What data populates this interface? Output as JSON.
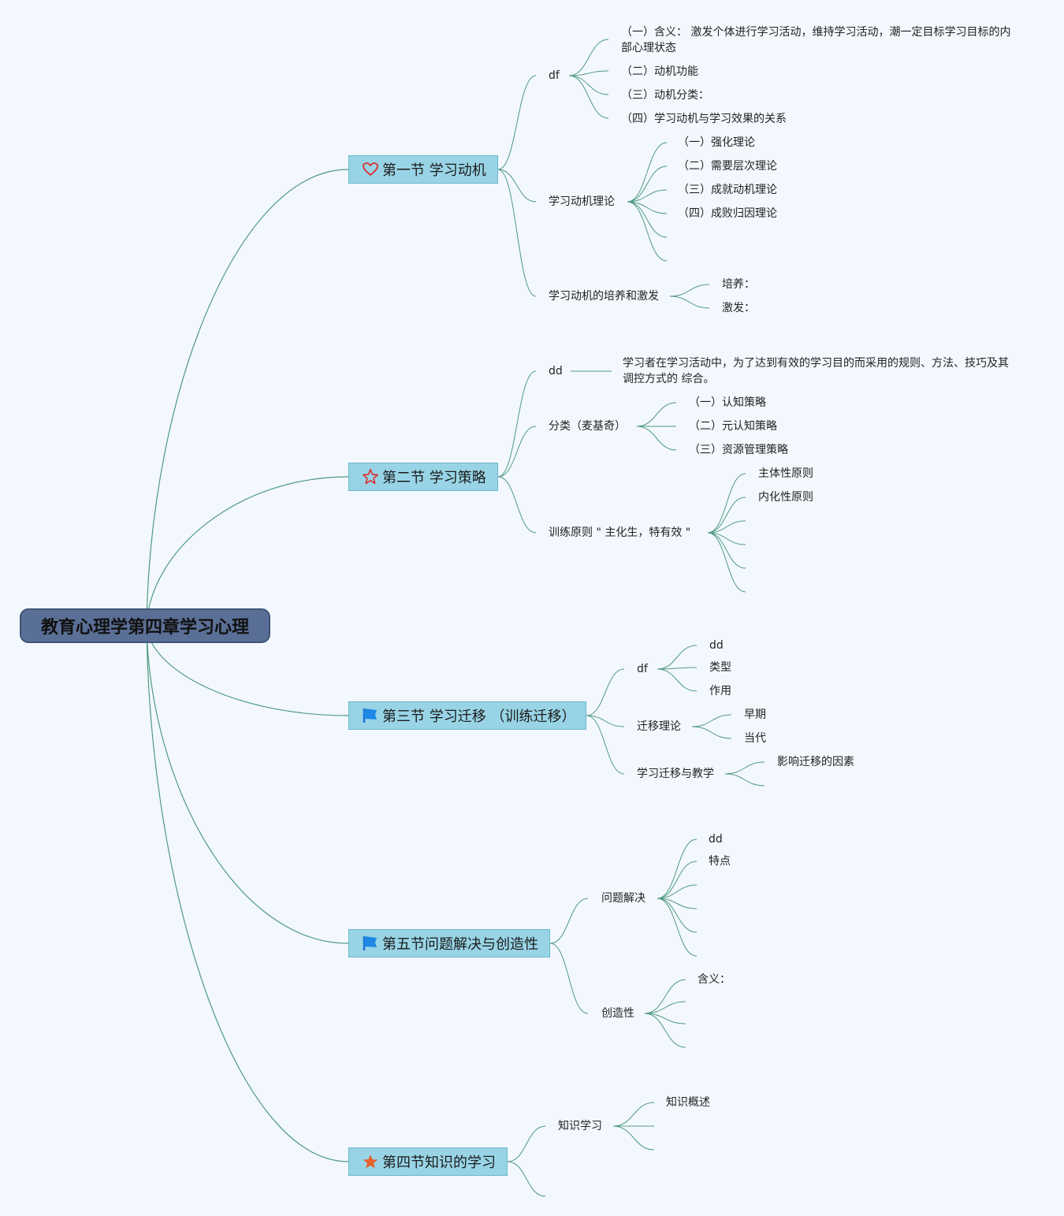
{
  "title": "教育心理学第四章学习心理",
  "colors": {
    "root_fill": "#5a6f96",
    "section_fill": "#98d4e6",
    "link": "#4f9a82",
    "background": "#f3f8fe"
  },
  "sections": [
    {
      "label": "第一节 学习动机",
      "icon": "heart-icon"
    },
    {
      "label": "第二节 学习策略",
      "icon": "star-outline-icon"
    },
    {
      "label": "第三节 学习迁移 （训练迁移）",
      "icon": "flag-icon"
    },
    {
      "label": "第五节问题解决与创造性",
      "icon": "flag-icon"
    },
    {
      "label": "第四节知识的学习",
      "icon": "star-filled-icon"
    }
  ],
  "s1": {
    "df": "df",
    "df_items": [
      "（一）含义： 激发个体进行学习活动，维持学习活动，潮一定目标学习目标的内部心理状态",
      "（二）动机功能",
      "（三）动机分类：",
      "（四）学习动机与学习效果的关系"
    ],
    "theory": "学习动机理论",
    "theory_items": [
      "（一）强化理论",
      "（二）需要层次理论",
      "（三）成就动机理论",
      "（四）成败归因理论"
    ],
    "cultivate": "学习动机的培养和激发",
    "cultivate_items": [
      "培养：",
      "激发："
    ]
  },
  "s2": {
    "dd": "dd",
    "dd_text": "学习者在学习活动中，为了达到有效的学习目的而采用的规则、方法、技巧及其调控方式的 综合。",
    "classify": "分类（麦基奇）",
    "classify_items": [
      "（一）认知策略",
      "（二）元认知策略",
      "（三）资源管理策略"
    ],
    "principle": "训练原则 \" 主化生，特有效 \"",
    "principle_items": [
      "主体性原则",
      "内化性原则"
    ]
  },
  "s3": {
    "df": "df",
    "df_items": [
      "dd",
      "类型",
      "作用"
    ],
    "theory": "迁移理论",
    "theory_items": [
      "早期",
      "当代"
    ],
    "teaching": "学习迁移与教学",
    "teaching_items": [
      "影响迁移的因素"
    ]
  },
  "s5": {
    "problem": "问题解决",
    "problem_items": [
      "dd",
      "特点"
    ],
    "creativity": "创造性",
    "creativity_items": [
      "含义："
    ]
  },
  "s4": {
    "knowledge": "知识学习",
    "knowledge_items": [
      "知识概述"
    ]
  }
}
